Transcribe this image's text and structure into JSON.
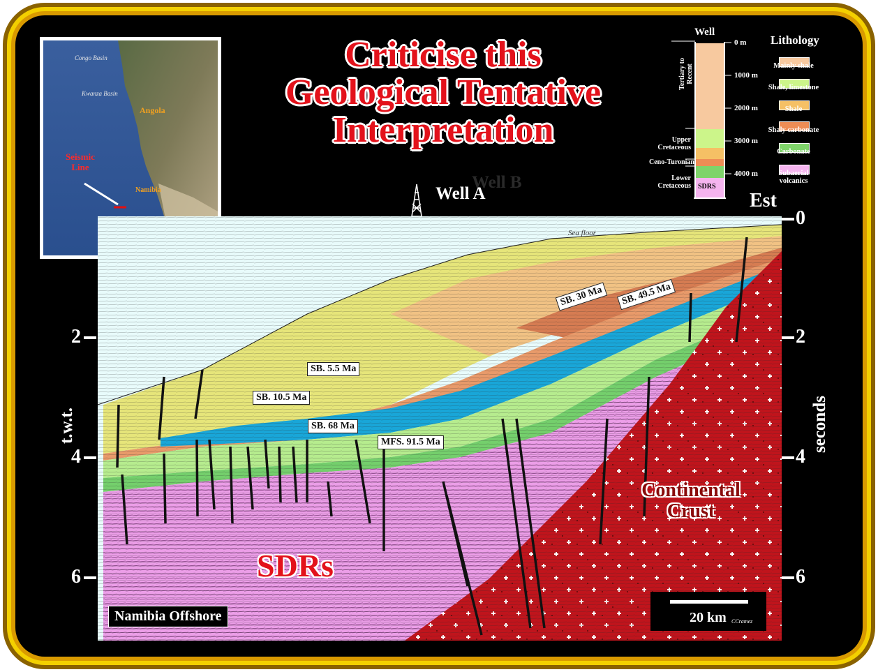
{
  "title": {
    "line1": "Criticise this",
    "line2": "Geological Tentative",
    "line3": "Interpretation"
  },
  "inset_map": {
    "labels": {
      "congo": "Congo Basin",
      "kwanza": "Kwanza Basin",
      "angola": "Angola",
      "seismic_line": "Seismic Line",
      "namibia": "Namibia"
    }
  },
  "wells": {
    "well_a": "Well A",
    "well_b": "Well B"
  },
  "section": {
    "direction": "Est",
    "sea_floor": "Sea floor",
    "left_axis_label": "t.w.t.",
    "right_axis_label": "seconds",
    "left_ticks": [
      "2",
      "4",
      "6"
    ],
    "right_ticks": [
      "0",
      "2",
      "4",
      "6"
    ],
    "horizons": {
      "sb_30": "SB. 30 Ma",
      "sb_49_5": "SB. 49.5 Ma",
      "sb_5_5": "SB. 5.5 Ma",
      "sb_10_5": "SB. 10.5 Ma",
      "sb_68": "SB. 68 Ma",
      "mfs_91_5": "MFS. 91.5 Ma"
    },
    "continental_crust": "Continental Crust",
    "sdrs": "SDRs",
    "region_label": "Namibia Offshore",
    "scale_bar": "20 km",
    "credit": "CCramez"
  },
  "well_column": {
    "title": "Well",
    "depths": [
      "0 m",
      "1000 m",
      "2000 m",
      "3000 m",
      "4000 m"
    ],
    "units": {
      "tertiary": "Tertiary to Recent",
      "upper_cretaceous": "Upper Cretaceous",
      "ceno_turonian": "Ceno-Turonian",
      "lower_cretaceous": "Lower Cretaceous"
    },
    "sdrs_label": "SDRS"
  },
  "lithology": {
    "title": "Lithology",
    "items": [
      {
        "name": "Mainly shale",
        "color": "#f7c99f"
      },
      {
        "name": "Shale, limestone",
        "color": "#ccf58a"
      },
      {
        "name": "Shale",
        "color": "#f5c065"
      },
      {
        "name": "Shaly carbonate",
        "color": "#ee8d55"
      },
      {
        "name": "Carbonate",
        "color": "#7fd46a"
      },
      {
        "name": "Subaerial volcanics",
        "color": "#f5b4ef"
      }
    ]
  },
  "colors": {
    "title_red": "#e3121b",
    "frame_gold": "#f3d000",
    "crust_red": "#c0141c",
    "sdr_pink": "#ec9ee8",
    "blue_layer": "#19a6d8",
    "water": "#e8fbfb"
  }
}
